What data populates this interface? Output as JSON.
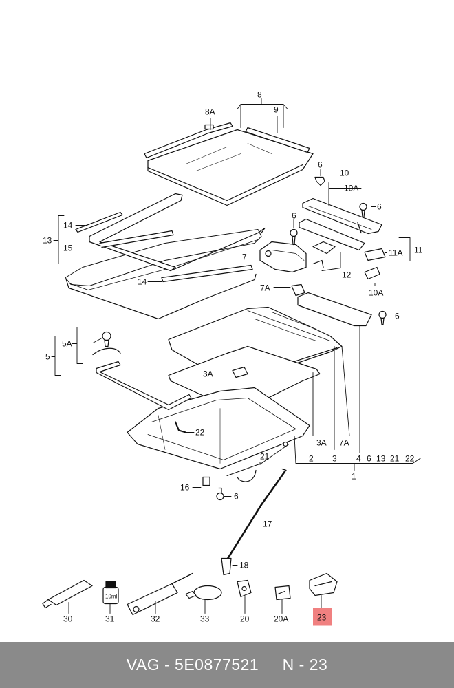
{
  "labels": {
    "l8": "8",
    "l8A": "8A",
    "l9": "9",
    "l6a": "6",
    "l10": "10",
    "l10A_top": "10A",
    "l6b": "6",
    "l6c": "6",
    "l7": "7",
    "l11A": "11A",
    "l11": "11",
    "l12": "12",
    "l10A_low": "10A",
    "l7A_mid": "7A",
    "l6d": "6",
    "l14a": "14",
    "l13": "13",
    "l15": "15",
    "l14b": "14",
    "l5A": "5A",
    "l5": "5",
    "l3A": "3A",
    "l22": "22",
    "l21": "21",
    "l16": "16",
    "l6e": "6",
    "l17": "17",
    "l18": "18",
    "b3A": "3A",
    "b7A": "7A",
    "b2": "2",
    "b3": "3",
    "b4": "4",
    "b6": "6",
    "b13": "13",
    "b21": "21",
    "b22": "22",
    "b1": "1",
    "p30": "30",
    "p31": "31",
    "p32": "32",
    "p33": "33",
    "p20": "20",
    "p20A": "20A",
    "p23": "23",
    "tube_10ml": "10ml"
  },
  "highlight": {
    "part": "23",
    "color": "#f08080"
  },
  "footer": {
    "text": "VAG - 5E0877521     N - 23"
  }
}
